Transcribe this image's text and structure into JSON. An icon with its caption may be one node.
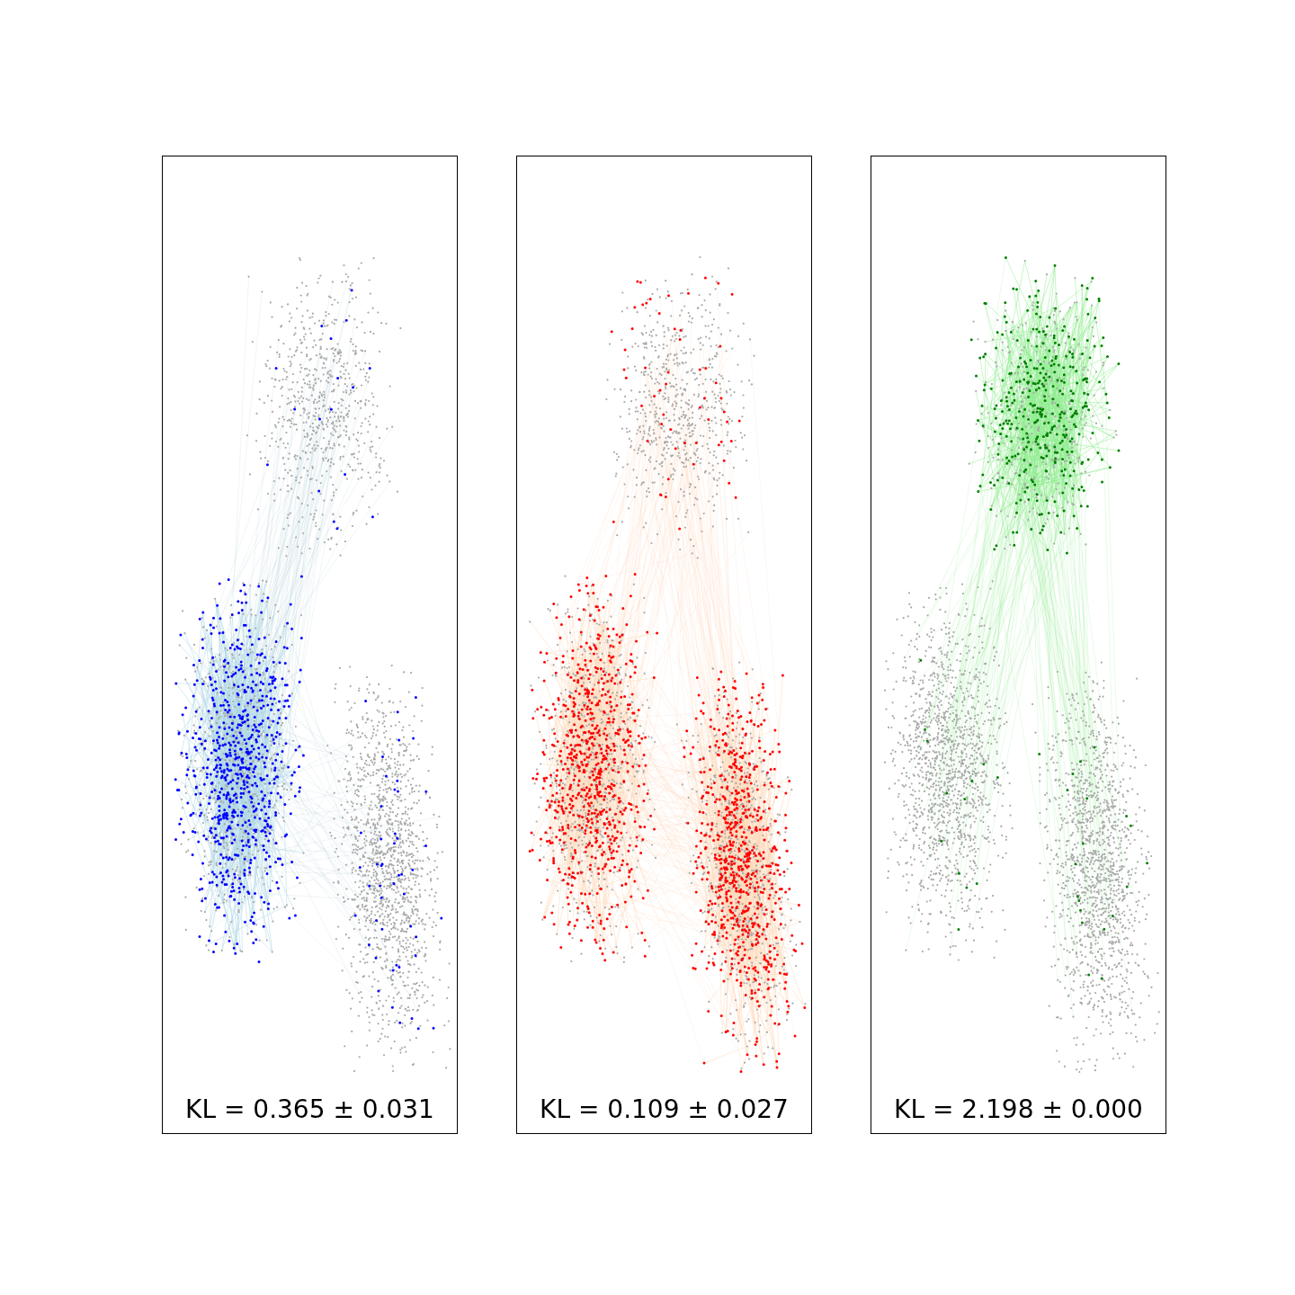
{
  "diagram": {
    "nodes": [
      {
        "text": [
          "KL = 0.365 ± 0.031"
        ]
      },
      {
        "text": [
          "KL = 0.109 ± 0.027"
        ]
      },
      {
        "text": [
          "KL = 2.198 ± 0.000"
        ]
      }
    ]
  }
}
